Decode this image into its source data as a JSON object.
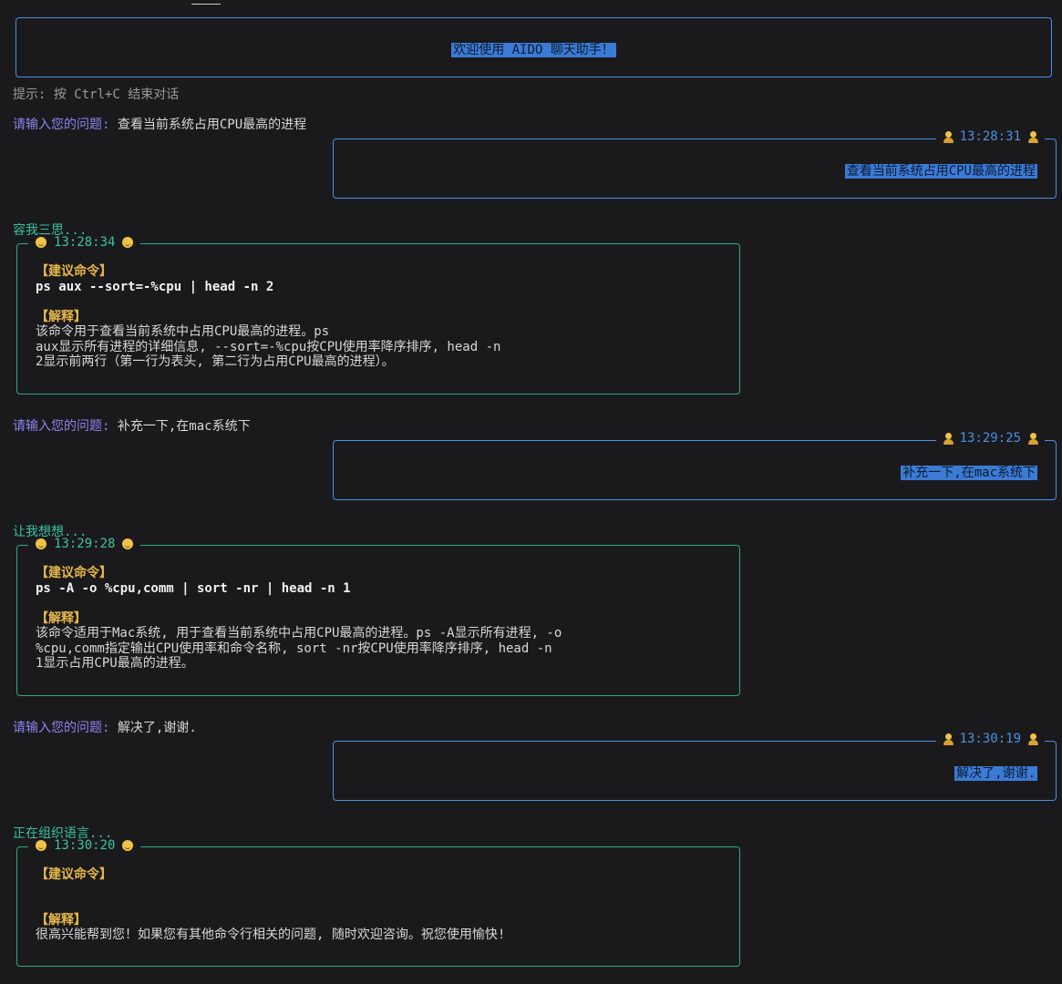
{
  "welcome": "欢迎使用 AIDO 聊天助手！",
  "hint": "提示: 按 Ctrl+C 结束对话",
  "prompt_label": "请输入您的问题:",
  "turns": [
    {
      "question": "查看当前系统占用CPU最高的进程",
      "user_time": "13:28:31",
      "thinking": "容我三思...",
      "bot_time": "13:28:34",
      "cmd_label": "【建议命令】",
      "cmd": "ps aux --sort=-%cpu | head -n 2",
      "expl_label": "【解释】",
      "expl": [
        "该命令用于查看当前系统中占用CPU最高的进程。ps",
        "aux显示所有进程的详细信息, --sort=-%cpu按CPU使用率降序排序, head -n",
        "2显示前两行（第一行为表头, 第二行为占用CPU最高的进程）。"
      ]
    },
    {
      "question": "补充一下,在mac系统下",
      "user_time": "13:29:25",
      "thinking": "让我想想...",
      "bot_time": "13:29:28",
      "cmd_label": "【建议命令】",
      "cmd": "ps -A -o %cpu,comm | sort -nr | head -n 1",
      "expl_label": "【解释】",
      "expl": [
        "该命令适用于Mac系统, 用于查看当前系统中占用CPU最高的进程。ps -A显示所有进程, -o",
        "%cpu,comm指定输出CPU使用率和命令名称, sort -nr按CPU使用率降序排序, head -n",
        "1显示占用CPU最高的进程。"
      ]
    },
    {
      "question": "解决了,谢谢.",
      "user_time": "13:30:19",
      "thinking": "正在组织语言...",
      "bot_time": "13:30:20",
      "cmd_label": "【建议命令】",
      "cmd": "",
      "expl_label": "【解释】",
      "expl": [
        "很高兴能帮到您！如果您有其他命令行相关的问题, 随时欢迎咨询。祝您使用愉快!"
      ]
    }
  ],
  "colors": {
    "user_border": "#4a90e2",
    "bot_border": "#2fa884",
    "prompt": "#8e86f0",
    "thinking": "#39c0a0",
    "label": "#e6b84a"
  },
  "icons": {
    "user": "person-icon",
    "bot": "smile-emoji-icon"
  }
}
